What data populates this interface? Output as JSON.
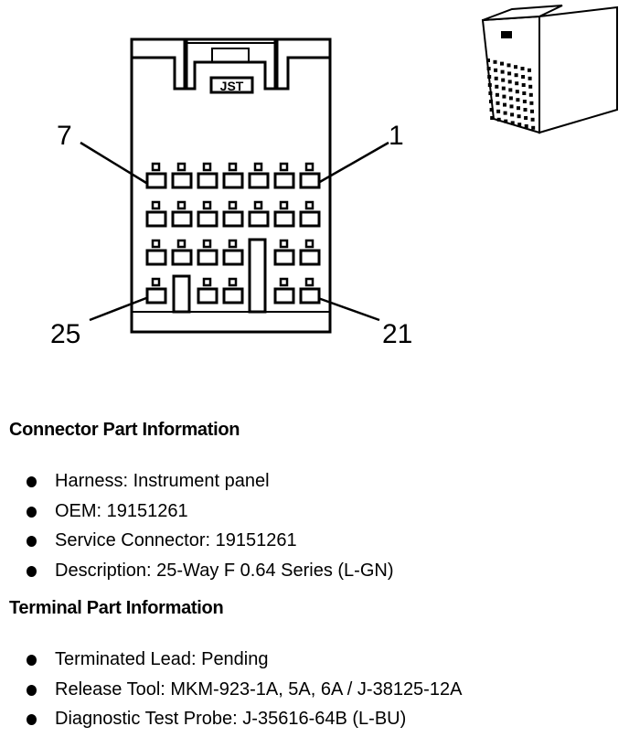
{
  "diagram": {
    "brand_label": "JST",
    "pin_labels": {
      "top_left": "7",
      "top_right": "1",
      "bottom_left": "25",
      "bottom_right": "21"
    },
    "cavity_layout": {
      "columns": 7,
      "rows": [
        {
          "pins": [
            1,
            1,
            1,
            1,
            1,
            1,
            1
          ]
        },
        {
          "pins": [
            1,
            1,
            1,
            1,
            1,
            1,
            1
          ]
        },
        {
          "pins": [
            1,
            1,
            1,
            1,
            0,
            1,
            1
          ]
        },
        {
          "pins": [
            1,
            0,
            1,
            1,
            0,
            1,
            1
          ]
        }
      ]
    }
  },
  "connector_info": {
    "title": "Connector Part Information",
    "items": [
      "Harness: Instrument panel",
      "OEM: 19151261",
      "Service Connector: 19151261",
      "Description: 25-Way F 0.64 Series (L-GN)"
    ]
  },
  "terminal_info": {
    "title": "Terminal Part Information",
    "items": [
      "Terminated Lead: Pending",
      "Release Tool: MKM-923-1A, 5A, 6A / J-38125-12A",
      "Diagnostic Test Probe: J-35616-64B (L-BU)"
    ]
  }
}
